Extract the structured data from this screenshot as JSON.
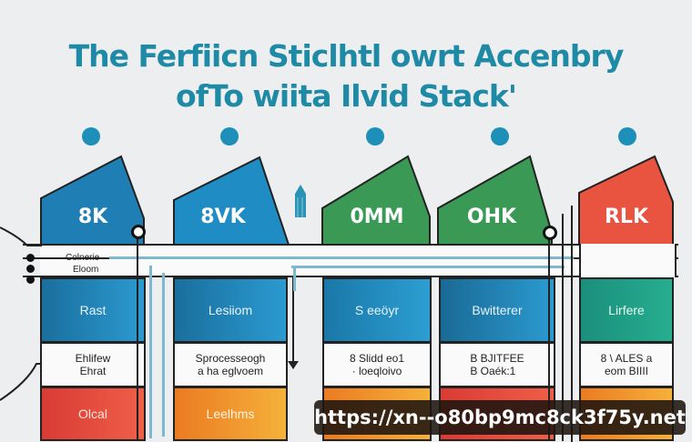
{
  "title": {
    "line1": "The Ferfiicn Sticlhtl owrt Accenbry",
    "line2": "ofTo wiita Ilvid Stack'"
  },
  "colors": {
    "title": "#1f8aa6",
    "blue": "#1f8cc4",
    "green": "#3a9a55",
    "red": "#e65a45",
    "teal": "#22a08a",
    "orange": "#f0982a",
    "dot": "#1e8fb8"
  },
  "columns": [
    {
      "roof": "8K",
      "roof_color": "blue",
      "mid": "Rast",
      "mid_color": "blue",
      "desc": [
        "Ehlifew",
        "Ehrat"
      ],
      "bottom": "Olcal",
      "bottom_color": "red"
    },
    {
      "roof": "8VK",
      "roof_color": "blue",
      "mid": "Lesiiom",
      "mid_color": "blue",
      "desc": [
        "Sprocesseogh",
        "a ha eglvoem"
      ],
      "bottom": "Leelhms",
      "bottom_color": "orange"
    },
    {
      "roof": "0MM",
      "roof_color": "green",
      "mid": "S eeöyr",
      "mid_color": "blue",
      "desc": [
        "8 Slidd eo1",
        "· loeqloivo"
      ],
      "bottom": "",
      "bottom_color": "orange"
    },
    {
      "roof": "OHK",
      "roof_color": "green",
      "mid": "Bwitterer",
      "mid_color": "blue",
      "desc": [
        "B  BJITFEE",
        "B  Oaék:1"
      ],
      "bottom": "",
      "bottom_color": "red"
    },
    {
      "roof": "RLK",
      "roof_color": "red",
      "mid": "Lirfere",
      "mid_color": "teal",
      "desc": [
        "8 \\ ALES a",
        "eom  BIIII"
      ],
      "bottom": "",
      "bottom_color": "orange"
    }
  ],
  "left_labels": [
    "Colnerie",
    "Eloom"
  ],
  "watermark": "https://xn--o80bp9mc8ck3f75y.net"
}
